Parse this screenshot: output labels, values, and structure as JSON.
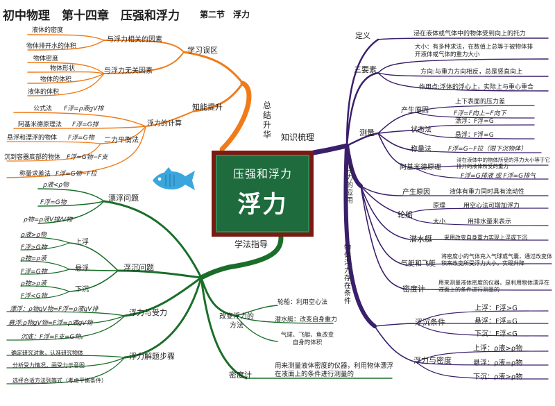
{
  "header": {
    "title": "初中物理　第十四章　压强和浮力",
    "subtitle": "第二节　浮力"
  },
  "center": {
    "top": "压强和浮力",
    "main": "浮力"
  },
  "colors": {
    "orange": "#f07b18",
    "purple": "#3a1f6b",
    "green": "#1a6e2a",
    "center_border": "#7a1a12",
    "center_fill": "#1e6b3e",
    "fish": "#3aa6dc"
  },
  "icons": {
    "fish": "fish-icon"
  },
  "zongjie": {
    "label": "总结升华",
    "xuexi": {
      "label": "学习误区",
      "related": {
        "label": "与浮力相关的因素",
        "items": [
          "液体的密度",
          "物体排开水的体积"
        ]
      },
      "unrelated": {
        "label": "与浮力无关因素",
        "items": [
          "物体密度",
          "物体形状",
          "物体的体积",
          "液体的体积"
        ]
      }
    },
    "zhineng": {
      "label": "知能提升",
      "calc": {
        "label": "浮力的计算",
        "formula": "公式法",
        "formula_eq": "F浮=ρ液gV排",
        "archimedes": "阿基米德原理法",
        "archimedes_eq": "F浮=G排",
        "balance": "二力平衡法",
        "balance_a": "悬浮和漂浮的物体",
        "balance_a_eq": "F浮=G物",
        "balance_b": "沉到容器底部的物体",
        "balance_b_eq": "F浮=G物−F支",
        "weigh": "称量求差法",
        "weigh_eq": "F浮=G物−F拉"
      }
    }
  },
  "zhishi": {
    "label": "知识梳理",
    "def": {
      "label": "定义",
      "text": "浸在液体或气体中的物体受到向上的托力"
    },
    "three": {
      "label": "三要素",
      "size": "大小：有多种求法，在数值上总等于被物体排开液体或气体的重力大小",
      "dir": "方向:与重力方向相反，总是竖直向上",
      "point": "作用点:浮体的浮心上，实际上与重心重合"
    },
    "measure": {
      "label": "测量",
      "cause": "产生原因",
      "cause_a": "上下表面的压力差",
      "cause_b": "F浮=F向上−F向下",
      "state": "状态法",
      "state_a": "漂浮：F浮=G",
      "state_b": "悬浮：F浮=G",
      "weigh": "称量法",
      "weigh_eq": "F浮=G−F拉（限下沉物体）",
      "arch": "阿基米德原理",
      "arch_text": "浸在液体中的物体所受的浮力大小等于它排开的液体所受的重力",
      "arch_eq": "F浮=G排液 或 F浮=G排气"
    },
    "yingyong_label": "浮力的应用",
    "yingyong": {
      "cause": "产生原因",
      "cause_text": "液体有重力同时具有流动性",
      "ship": "轮船",
      "ship_p": "原理",
      "ship_p_text": "用空心法可增加浮力",
      "ship_s": "大小",
      "ship_s_text": "用排水量来表示",
      "sub": "潜水艇",
      "sub_text": "采用改变自身重力实现上浮或下沉",
      "air": "气艇和飞艇",
      "air_text": "将密度小的气体充入气球或气囊，通过改变体积来改变所受浮力大小，实现升降",
      "densimeter": "密度计",
      "densimeter_text": "用来测量液体密度的仪器，是利用物体漂浮在液面上的条件进行测量的"
    },
    "cunzai_label": "物体浮力存在条件",
    "cunzai": {
      "cond": "浮沉条件",
      "cond_up": "上浮：F浮>G",
      "cond_mid": "悬浮：F浮=G",
      "cond_down": "下沉：F浮<G",
      "dens": "浮力与密度",
      "dens_up": "上浮：ρ液>ρ物",
      "dens_mid": "悬浮：ρ液=ρ物",
      "dens_down": "下沉：ρ液>ρ物"
    }
  },
  "xuefa": {
    "label": "学法指导",
    "piaofu": {
      "label": "漂浮问题",
      "a": "ρ液<ρ物",
      "b": "F浮=G物",
      "c": "ρ物=ρ液V排/V物"
    },
    "fuchen": {
      "label": "浮沉问题",
      "up": "上浮",
      "up_a": "ρ液>ρ物",
      "up_b": "F浮>G物",
      "mid": "悬浮",
      "mid_a": "ρ物=ρ液",
      "mid_b": "F浮=G物",
      "down": "下沉",
      "down_a": "ρ物>ρ液",
      "down_b": "F浮<G物"
    },
    "shouli": {
      "label": "浮力与受力",
      "a": "漂浮：ρ物gV物=F浮=ρ液gV排",
      "b": "悬浮:ρ物gV物=F浮=ρ液gV物",
      "c": "沉底：F浮=F支=G物。"
    },
    "steps": {
      "label": "浮力解题步骤",
      "a": "确定研究对象，认准研究物体",
      "b": "分析受力情况，画受力示意图",
      "c": "选择合适方法列等式（考虑平衡条件）"
    },
    "change": {
      "label": "改变浮力的方法",
      "a": "轮船：利用空心法",
      "b": "潜水艇：改变自身重力",
      "c": "气球、飞艇、鱼改变自身的体积"
    },
    "densimeter": {
      "label": "密度计",
      "text": "用来测量液体密度的仪器，利用物体漂浮在液面上的条件进行测量的"
    }
  }
}
